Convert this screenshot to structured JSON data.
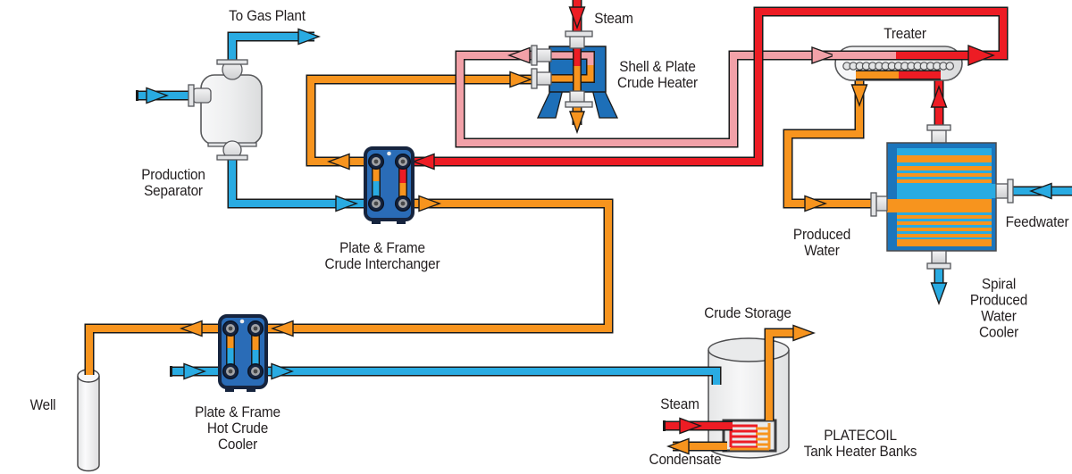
{
  "diagram_title": "Crude oil treatment process flow",
  "labels": {
    "to_gas_plant": "To Gas Plant",
    "steam_top": "Steam",
    "shell_plate_crude_heater": "Shell & Plate\nCrude Heater",
    "treater": "Treater",
    "production_separator": "Production\nSeparator",
    "plate_frame_crude_interchanger": "Plate & Frame\nCrude Interchanger",
    "produced_water": "Produced\nWater",
    "feedwater": "Feedwater",
    "spiral_produced_water_cooler": "Spiral\nProduced\nWater Cooler",
    "crude_storage": "Crude Storage",
    "platecoil_tank_heater_banks": "PLATECOIL\nTank Heater Banks",
    "steam_bottom": "Steam",
    "condensate": "Condensate",
    "plate_frame_hot_crude_cooler": "Plate & Frame\nHot Crude\nCooler",
    "well": "Well"
  },
  "equipment": [
    "production-separator",
    "plate-frame-crude-interchanger",
    "shell-plate-crude-heater",
    "treater",
    "spiral-produced-water-cooler",
    "plate-frame-hot-crude-cooler",
    "crude-storage-tank",
    "platecoil-tank-heater-banks",
    "well"
  ],
  "streams": [
    {
      "name": "cold-crude-and-water",
      "color": "#29ABE2"
    },
    {
      "name": "warm-crude",
      "color": "#F7941E"
    },
    {
      "name": "hot-crude-and-steam",
      "color": "#ED1C24"
    },
    {
      "name": "heated-crude-to-treater",
      "color": "#F2A1A8"
    }
  ],
  "colors": {
    "pipe_cyan": "#29ABE2",
    "pipe_orange": "#F7941E",
    "pipe_red": "#ED1C24",
    "pipe_pink": "#F2A1A8",
    "exchanger_blue": "#2A6CB7",
    "heater_blue": "#1D6FB8",
    "spiral_band_blue": "#1B75BC",
    "frame_navy": "#16243E",
    "vessel_gray": "#EDEEEF",
    "text": "#231F20"
  }
}
